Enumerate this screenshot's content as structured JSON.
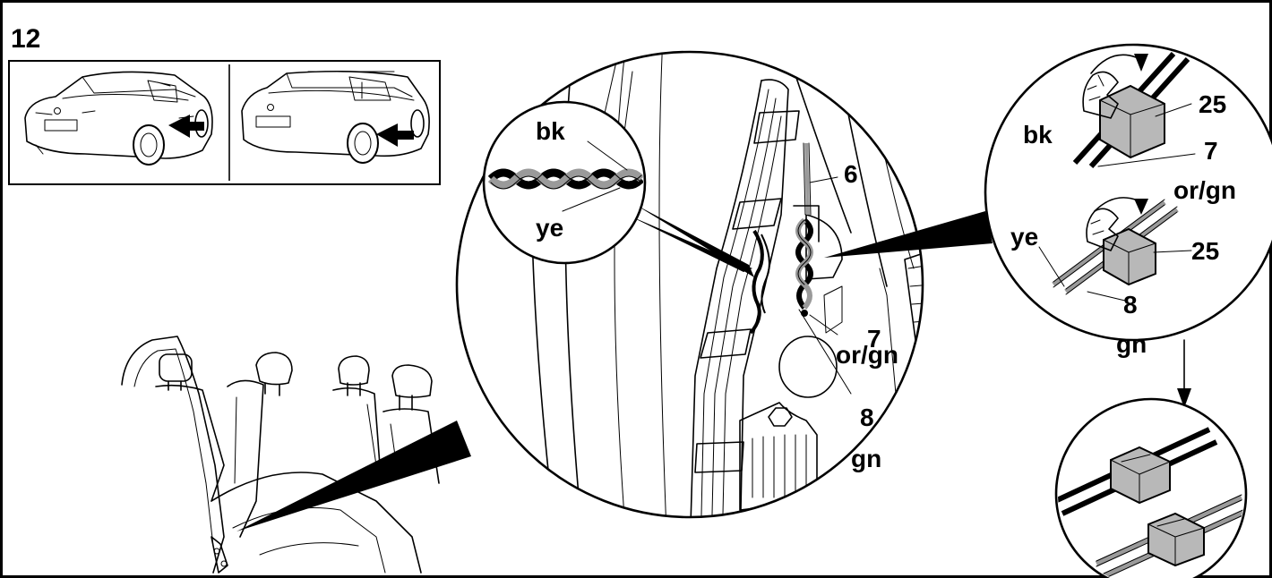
{
  "step_number": "12",
  "labels": {
    "detail_left": {
      "bk": "bk",
      "ye": "ye"
    },
    "main_detail": {
      "wire_6": "6",
      "wire_7": "7",
      "wire_7_color": "or/gn",
      "wire_8": "8",
      "wire_8_color": "gn"
    },
    "detail_right": {
      "bk": "bk",
      "connector_top": "25",
      "wire_7": "7",
      "wire_7_color": "or/gn",
      "ye": "ye",
      "connector_bottom": "25",
      "wire_8": "8",
      "wire_8_color": "gn"
    }
  },
  "colors": {
    "line": "#000000",
    "background": "#ffffff",
    "wire_gray": "#9a9a9a",
    "connector_gray": "#b8b8b8"
  }
}
